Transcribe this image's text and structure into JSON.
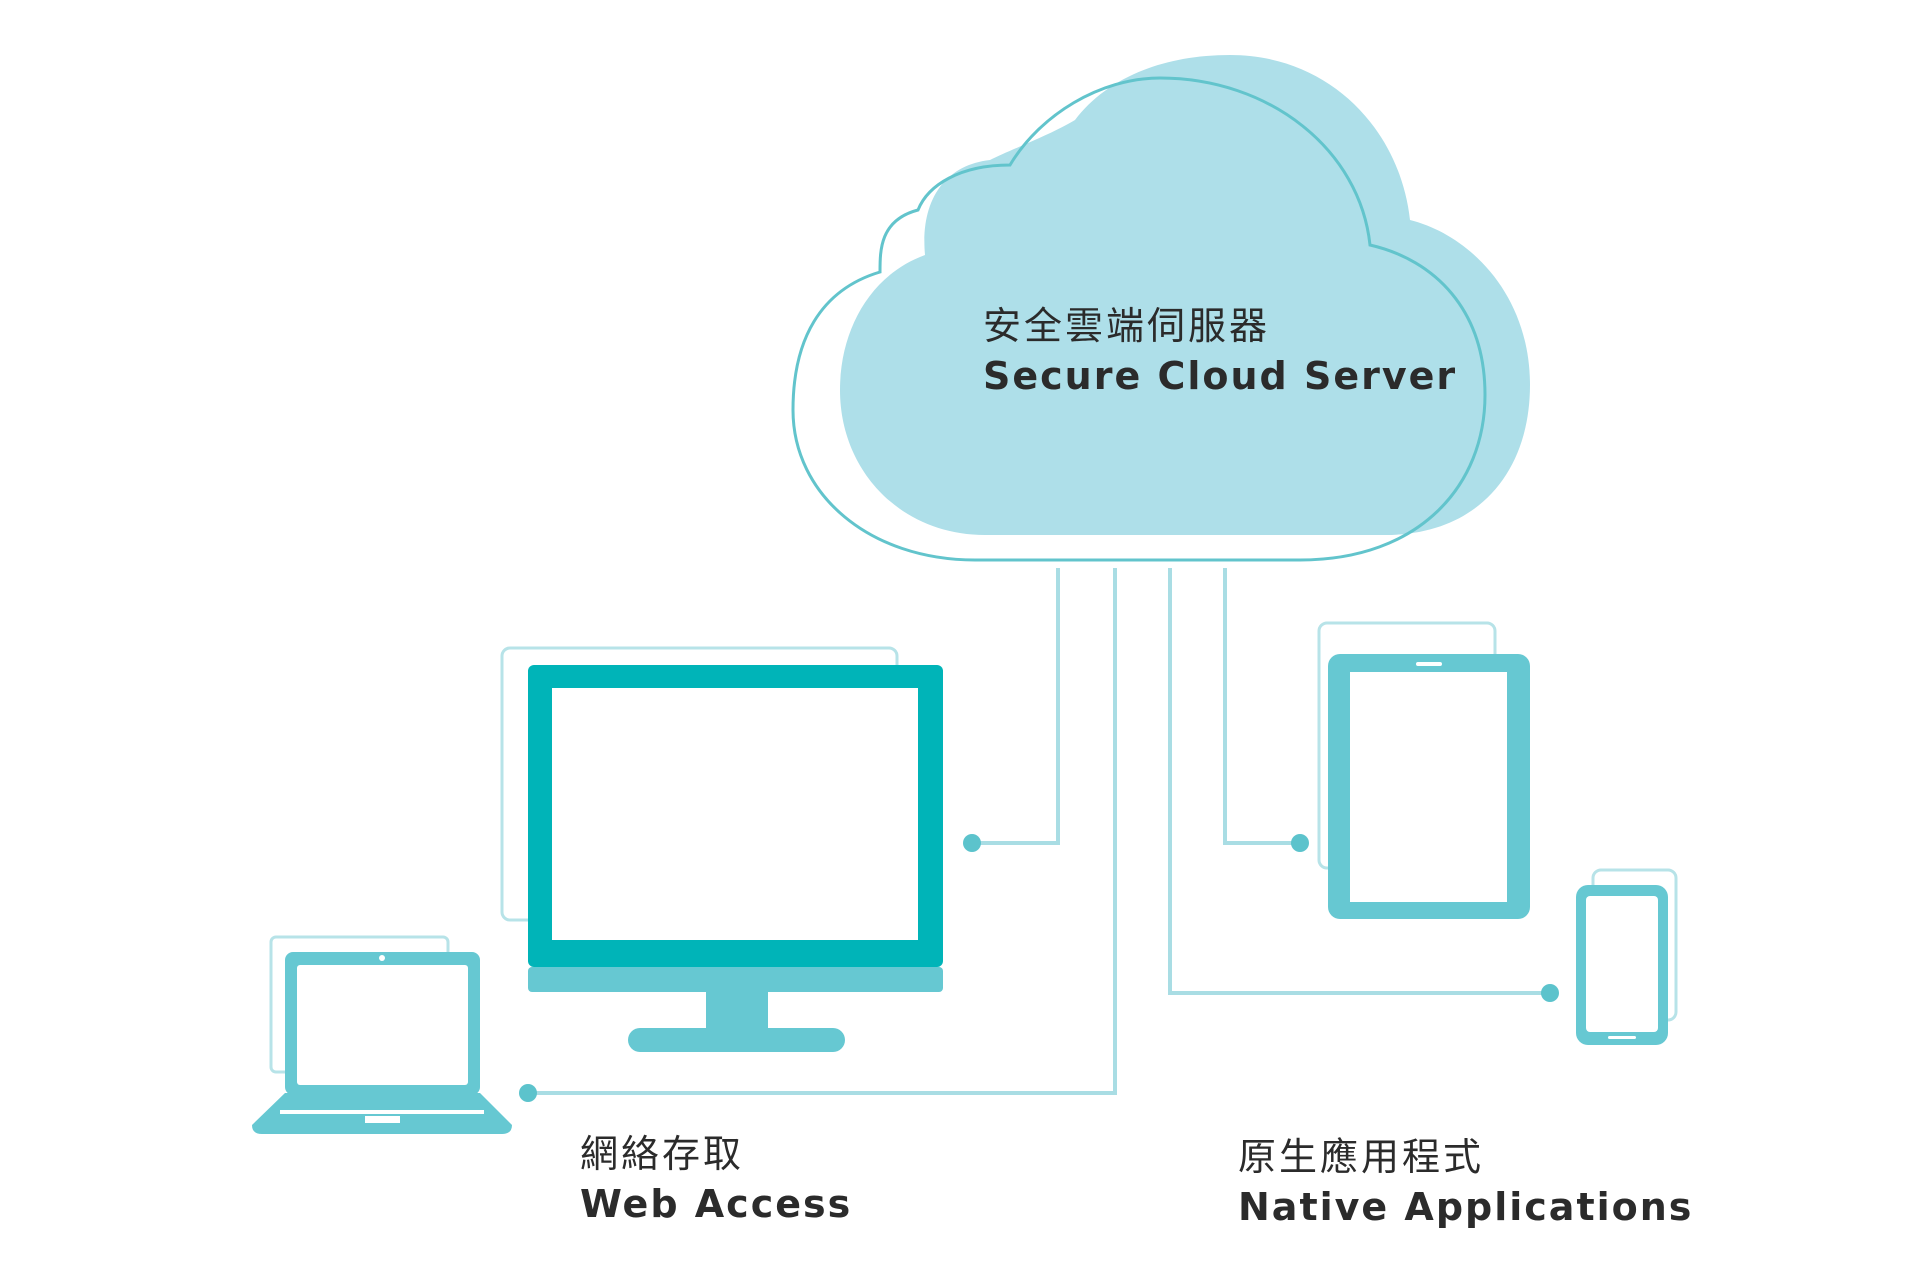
{
  "cloud": {
    "title_zh": "安全雲端伺服器",
    "title_en": "Secure Cloud Server"
  },
  "web_access": {
    "title_zh": "網絡存取",
    "title_en": "Web Access"
  },
  "native_apps": {
    "title_zh": "原生應用程式",
    "title_en": "Native Applications"
  },
  "colors": {
    "cloud_fill": "#aedfe9",
    "cloud_outline": "#62c4cc",
    "monitor_teal": "#00b4b8",
    "device_teal": "#66c8d2",
    "ghost_outline": "#b7e3e8",
    "connector_line": "#a9dde4",
    "connector_dot": "#5cc3cc",
    "text": "#2b2b2b"
  },
  "icons": [
    "cloud-icon",
    "desktop-monitor-icon",
    "laptop-icon",
    "tablet-icon",
    "smartphone-icon"
  ]
}
